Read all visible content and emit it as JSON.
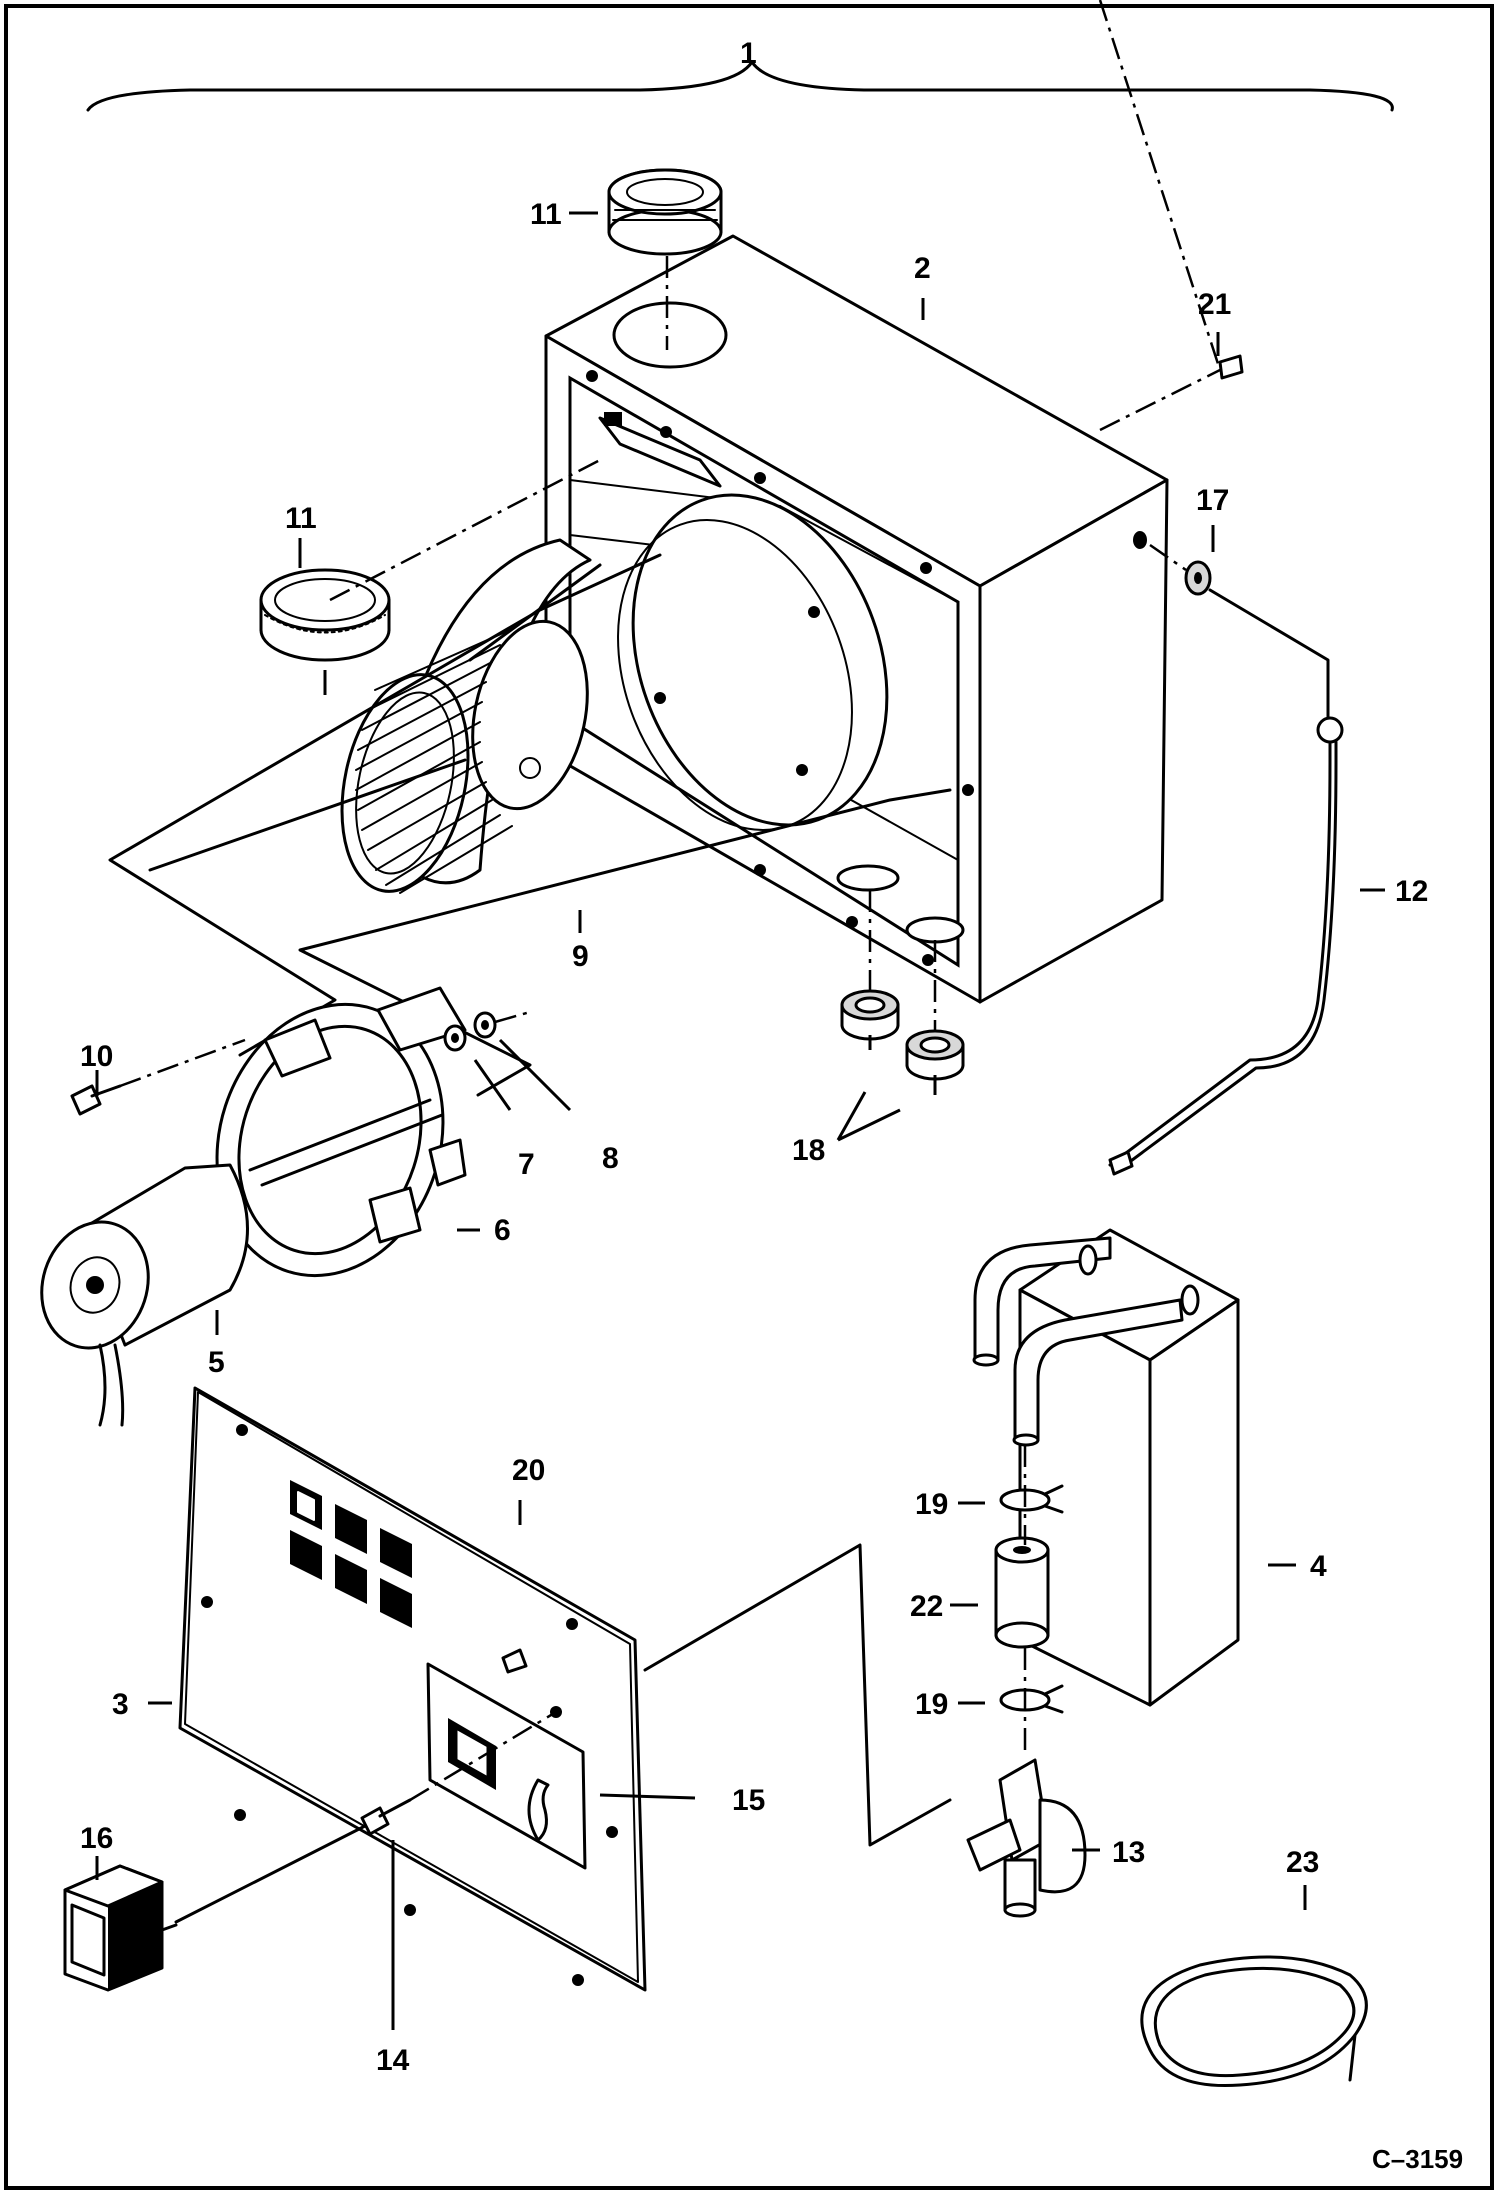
{
  "figure_id": "C–3159",
  "callouts": {
    "c1": "1",
    "c2": "2",
    "c3": "3",
    "c4": "4",
    "c5": "5",
    "c6": "6",
    "c7": "7",
    "c8": "8",
    "c9": "9",
    "c10": "10",
    "c11a": "11",
    "c11b": "11",
    "c12": "12",
    "c13": "13",
    "c14": "14",
    "c15": "15",
    "c16": "16",
    "c17": "17",
    "c18": "18",
    "c19a": "19",
    "c19b": "19",
    "c20": "20",
    "c21": "21",
    "c22": "22",
    "c23": "23"
  }
}
